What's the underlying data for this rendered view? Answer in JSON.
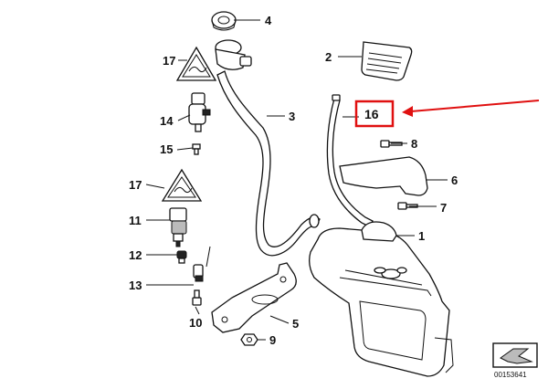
{
  "labels": {
    "p1": "1",
    "p2": "2",
    "p3": "3",
    "p4": "4",
    "p5": "5",
    "p6": "6",
    "p7": "7",
    "p8": "8",
    "p9": "9",
    "p10": "10",
    "p11": "11",
    "p12": "12",
    "p13": "13",
    "p14": "14",
    "p15": "15",
    "p16": "16",
    "p17a": "17",
    "p17b": "17"
  },
  "highlight": {
    "label": "16",
    "color": "#e01010"
  },
  "reference_number": "00153641"
}
